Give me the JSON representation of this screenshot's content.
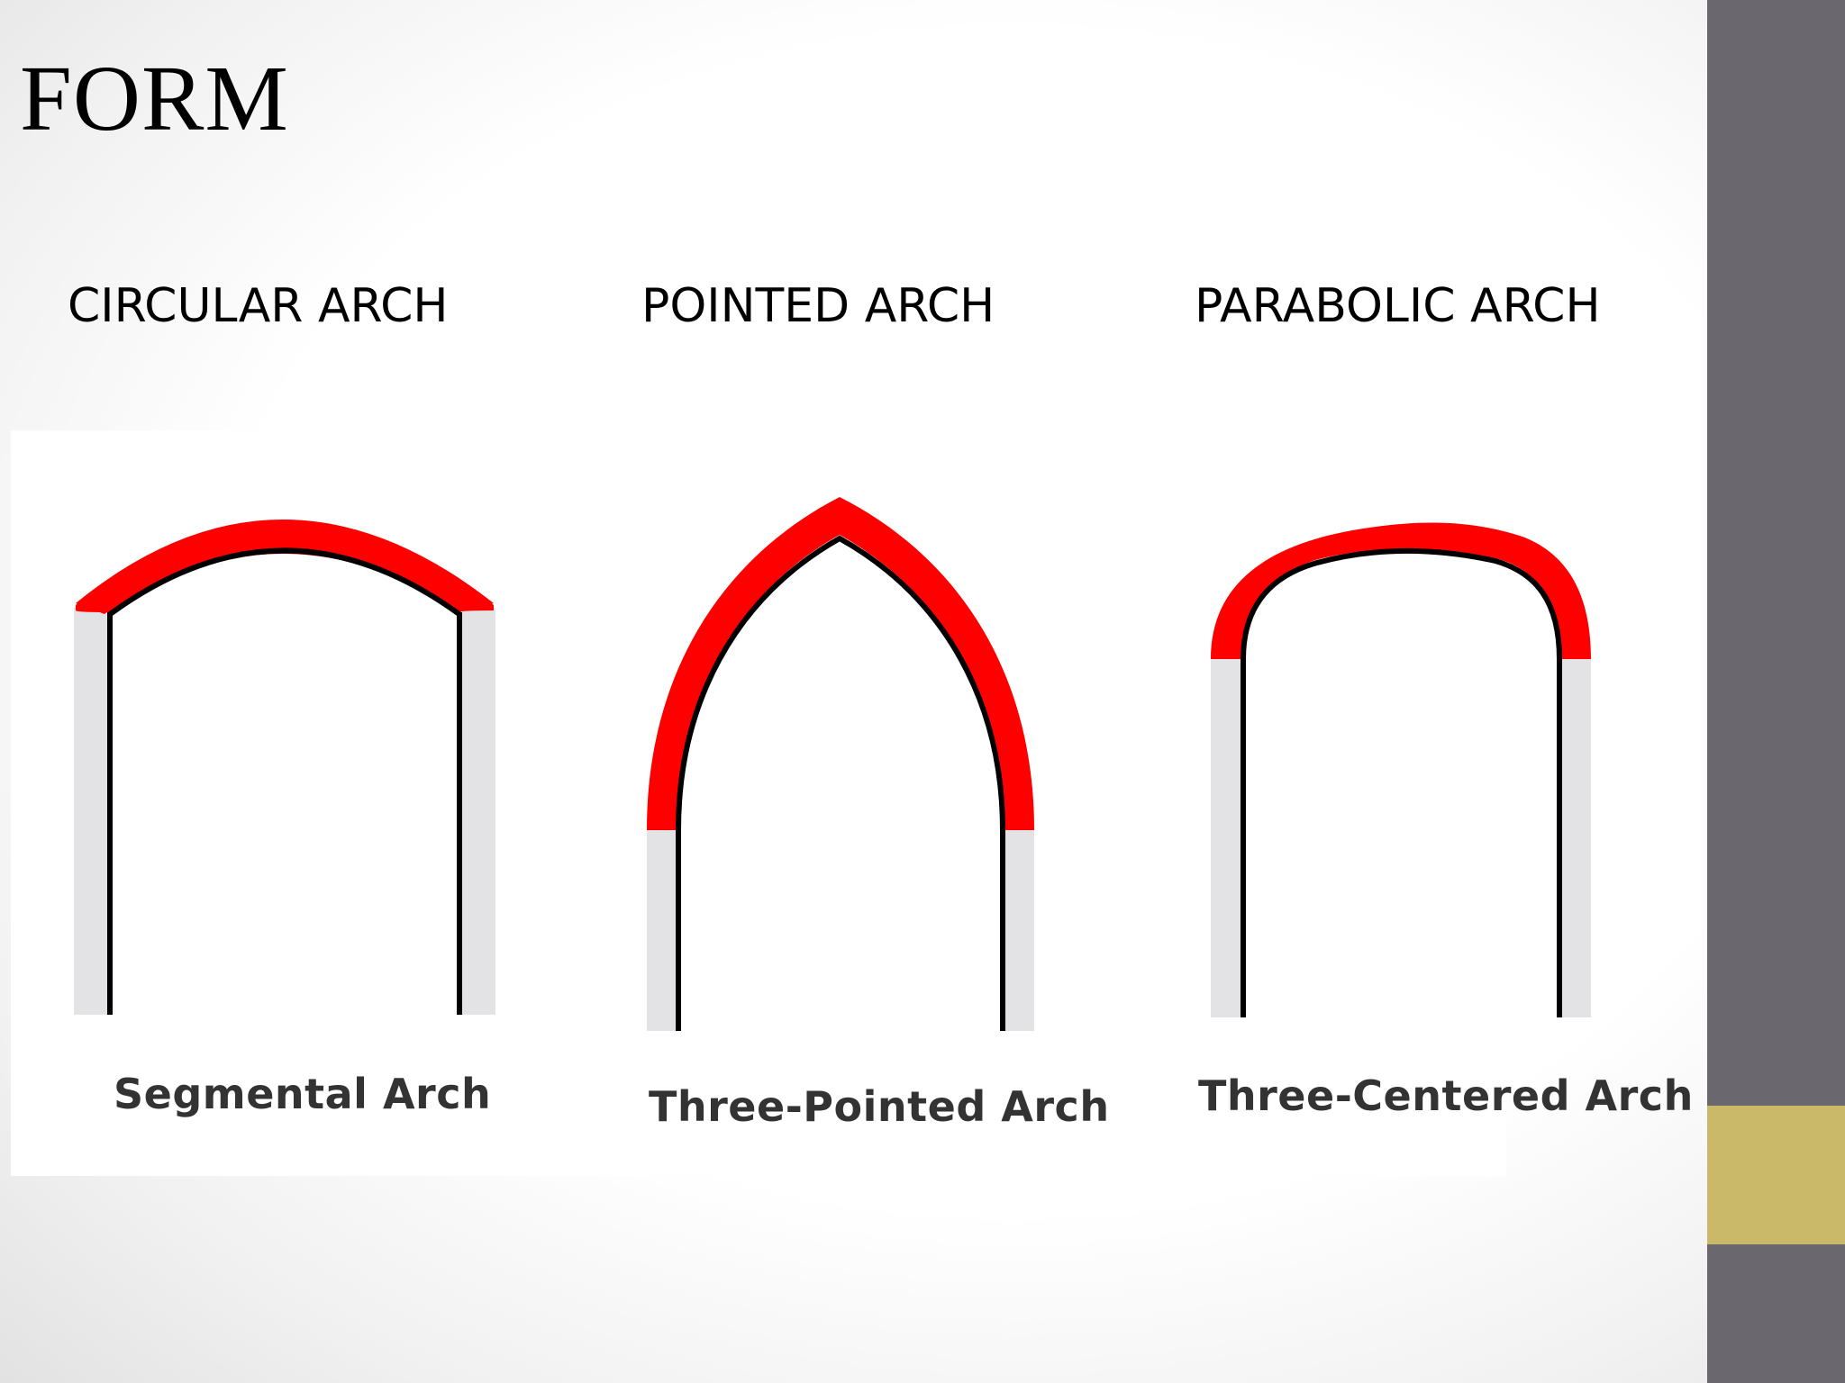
{
  "slide": {
    "title": "FORM",
    "headings": [
      "CIRCULAR ARCH",
      "POINTED ARCH",
      "PARABOLIC ARCH"
    ],
    "captions": [
      "Segmental Arch",
      "Three-Pointed Arch",
      "Three-Centered Arch"
    ]
  },
  "colors": {
    "arch_red": "#ff0000",
    "pier_gray": "#e3e3e6",
    "outline": "#000000",
    "side_bar": "#6a686e",
    "accent": "#cbb96a"
  }
}
